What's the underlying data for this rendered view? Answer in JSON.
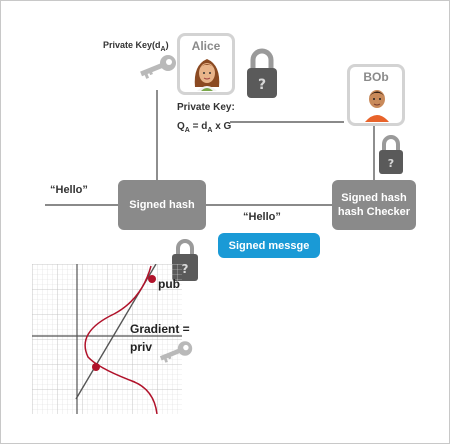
{
  "alice": {
    "name": "Alice",
    "private_key_caption": "Private Key(d",
    "private_key_caption_sub": "A",
    "private_key_caption_end": ")",
    "formula_title": "Private Key:",
    "formula_q": "Q",
    "formula_q_sub": "A",
    "formula_eq": "= d",
    "formula_d_sub": "A",
    "formula_rest": "x G"
  },
  "bob": {
    "name": "BOb"
  },
  "boxes": {
    "signed_hash": "Signed hash",
    "checker_line1": "Signed hash",
    "checker_line2": "hash Checker",
    "signed_message": "Signed messge"
  },
  "messages": {
    "hello_left": "“Hello”",
    "hello_mid": "“Hello”"
  },
  "curve": {
    "pub_label": "pub",
    "gradient_line1": "Gradient =",
    "gradient_line2": "priv"
  },
  "colors": {
    "box_gray": "#8a8a8a",
    "message_blue": "#1a9ad6",
    "curve_red": "#b0122a",
    "key_gray": "#b9b9b9",
    "lock_dark": "#555555"
  },
  "icons": [
    "key-icon",
    "lock-icon",
    "alice-avatar",
    "bob-avatar"
  ]
}
